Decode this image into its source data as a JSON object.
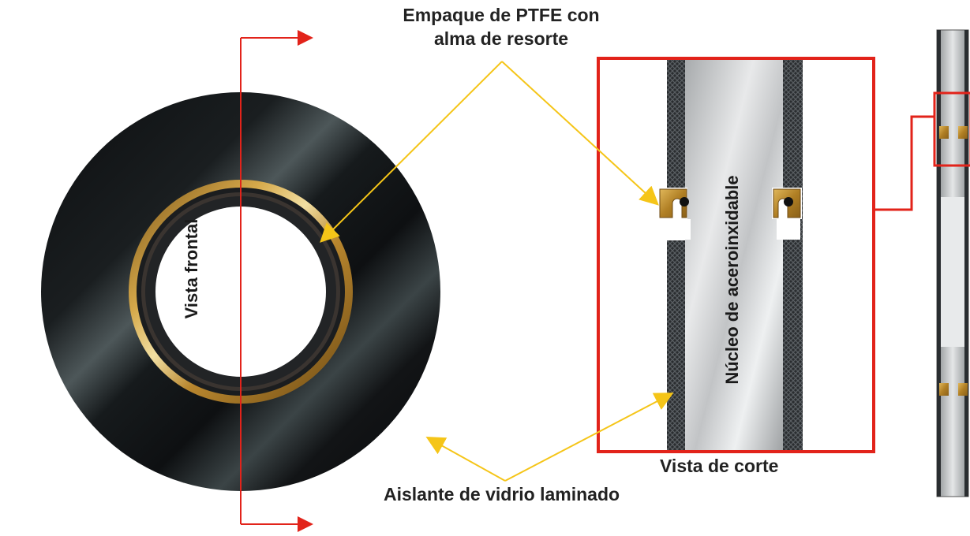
{
  "labels": {
    "ptfe_line1": "Empaque de PTFE con",
    "ptfe_line2": "alma de resorte",
    "front_view": "Vista frontal",
    "core": "Núcleo de aceroinxidable",
    "cut_view": "Vista de corte",
    "insulator": "Aislante de vidrio laminado"
  },
  "colors": {
    "disc_dark": "#141618",
    "disc_sheen": "#4a5254",
    "ring_gold": "#b8862e",
    "steel": "#cfd1d3",
    "mesh": "#3a3d40",
    "section_red": "#e2231a",
    "leader_yellow": "#f5c518"
  }
}
